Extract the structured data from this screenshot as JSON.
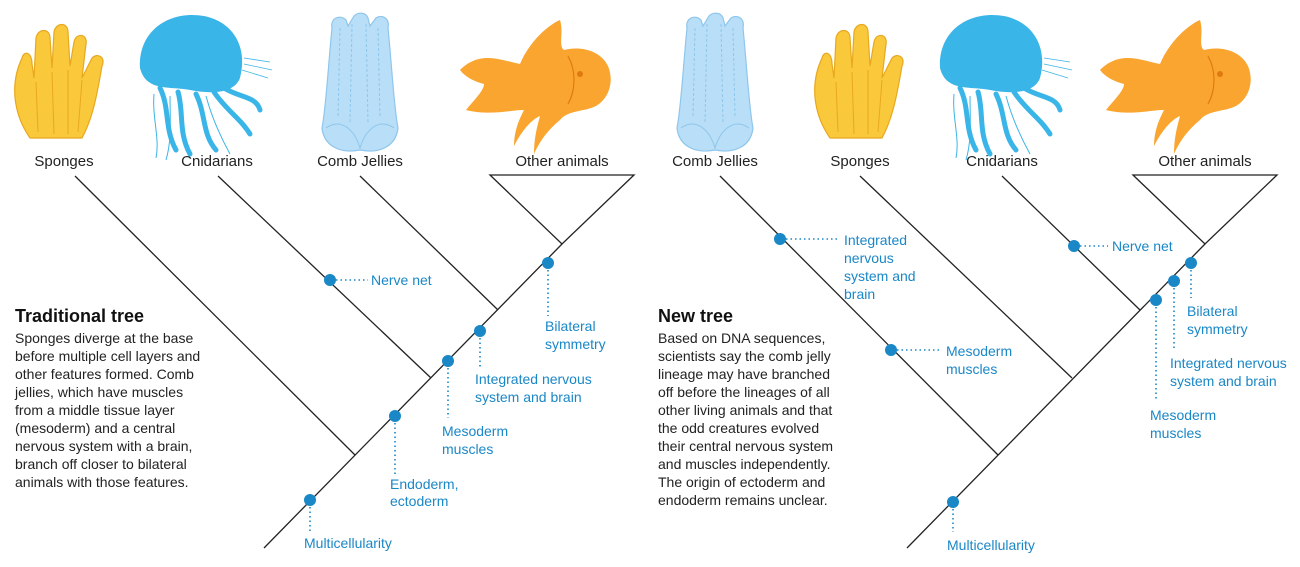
{
  "left_panel": {
    "title": "Traditional tree",
    "body": "Sponges diverge at the base before multiple cell layers and other features formed. Comb jellies, which have muscles from a middle tissue layer (mesoderm) and a central nervous system with a brain, branch off closer to bilateral animals with those features.",
    "taxa": [
      "Sponges",
      "Cnidarians",
      "Comb Jellies",
      "Other animals"
    ],
    "features": {
      "nerve_net": "Nerve net",
      "bilateral_1": "Bilateral",
      "bilateral_2": "symmetry",
      "ins_1": "Integrated nervous",
      "ins_2": "system and brain",
      "meso_1": "Mesoderm",
      "meso_2": "muscles",
      "endo_1": "Endoderm,",
      "endo_2": "ectoderm",
      "multi": "Multicellularity"
    }
  },
  "right_panel": {
    "title": "New tree",
    "body": "Based on DNA sequences, scientists say the comb jelly lineage may have branched off before the lineages of all other living animals and that the odd creatures evolved their central nervous system and muscles independently. The origin of ectoderm and endoderm remains unclear.",
    "taxa": [
      "Comb Jellies",
      "Sponges",
      "Cnidarians",
      "Other animals"
    ],
    "features": {
      "ins_1": "Integrated",
      "ins_2": "nervous",
      "ins_3": "system and",
      "ins_4": "brain",
      "nerve_net": "Nerve net",
      "meso_1": "Mesoderm",
      "meso_2": "muscles",
      "bilateral_1": "Bilateral",
      "bilateral_2": "symmetry",
      "ins2_1": "Integrated nervous",
      "ins2_2": "system and brain",
      "meso2_1": "Mesoderm",
      "meso2_2": "muscles",
      "multi": "Multicellularity"
    }
  },
  "colors": {
    "sponge": "#f9c93b",
    "jellyfish": "#3ab5e8",
    "comb_jelly": "#b9def7",
    "fish": "#f9a530",
    "feature": "#1a87c6"
  }
}
